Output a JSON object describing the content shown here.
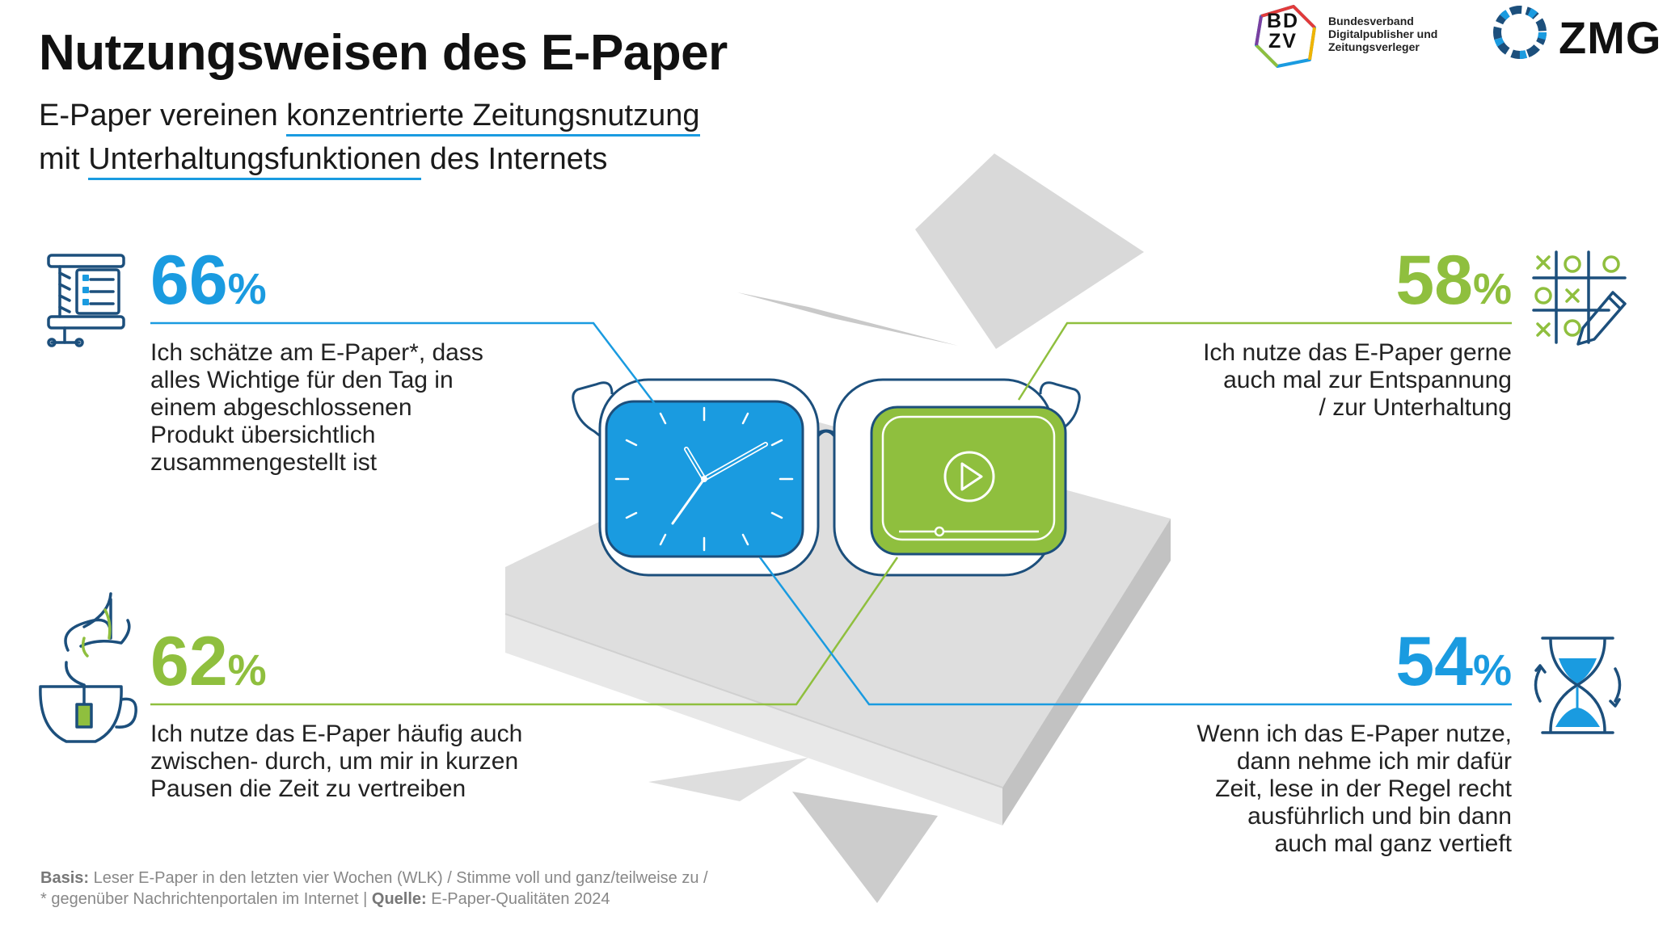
{
  "title": "Nutzungsweisen des E-Paper",
  "subtitle": {
    "line1_pre": "E-Paper vereinen ",
    "line1_em": "konzentrierte Zeitungsnutzung",
    "line2_pre": "mit ",
    "line2_em": "Unterhaltungsfunktionen",
    "line2_post": " des Internets"
  },
  "logos": {
    "bdzv_letters": "BD\nZV",
    "bdzv_text": "Bundesverband\nDigitalpublisher und\nZeitungsverleger",
    "zmg_text": "ZMG"
  },
  "stats": [
    {
      "value": "66",
      "unit": "%",
      "text": "Ich schätze am E-Paper*, dass\nalles Wichtige für den Tag in\neinem abgeschlossenen\nProdukt übersichtlich\nzusammengestellt ist",
      "icon": "press-checklist-icon"
    },
    {
      "value": "58",
      "unit": "%",
      "text": "Ich nutze das E-Paper gerne\nauch mal zur Entspannung\n/ zur Unterhaltung",
      "icon": "tic-tac-toe-icon"
    },
    {
      "value": "62",
      "unit": "%",
      "text": "Ich nutze das E-Paper häufig auch\nzwischen- durch, um mir in kurzen\nPausen die Zeit zu vertreiben",
      "icon": "tea-cup-icon"
    },
    {
      "value": "54",
      "unit": "%",
      "text": "Wenn ich das E-Paper nutze,\ndann nehme ich mir dafür\nZeit, lese in der Regel recht\nausführlich und bin dann\nauch mal ganz vertieft",
      "icon": "hourglass-icon"
    }
  ],
  "footer": {
    "basis_label": "Basis:",
    "basis_text": " Leser E-Paper in den letzten vier Wochen (WLK) / Stimme voll und ganz/teilweise zu /",
    "line2_text": "* gegenüber Nachrichtenportalen im Internet  |  ",
    "source_label": "Quelle:",
    "source_text": " E-Paper-Qualitäten 2024"
  },
  "colors": {
    "blue": "#1a9be0",
    "green": "#8fbf3e",
    "navy": "#1c4f7c",
    "grey_shape": "#d6d6d6"
  }
}
